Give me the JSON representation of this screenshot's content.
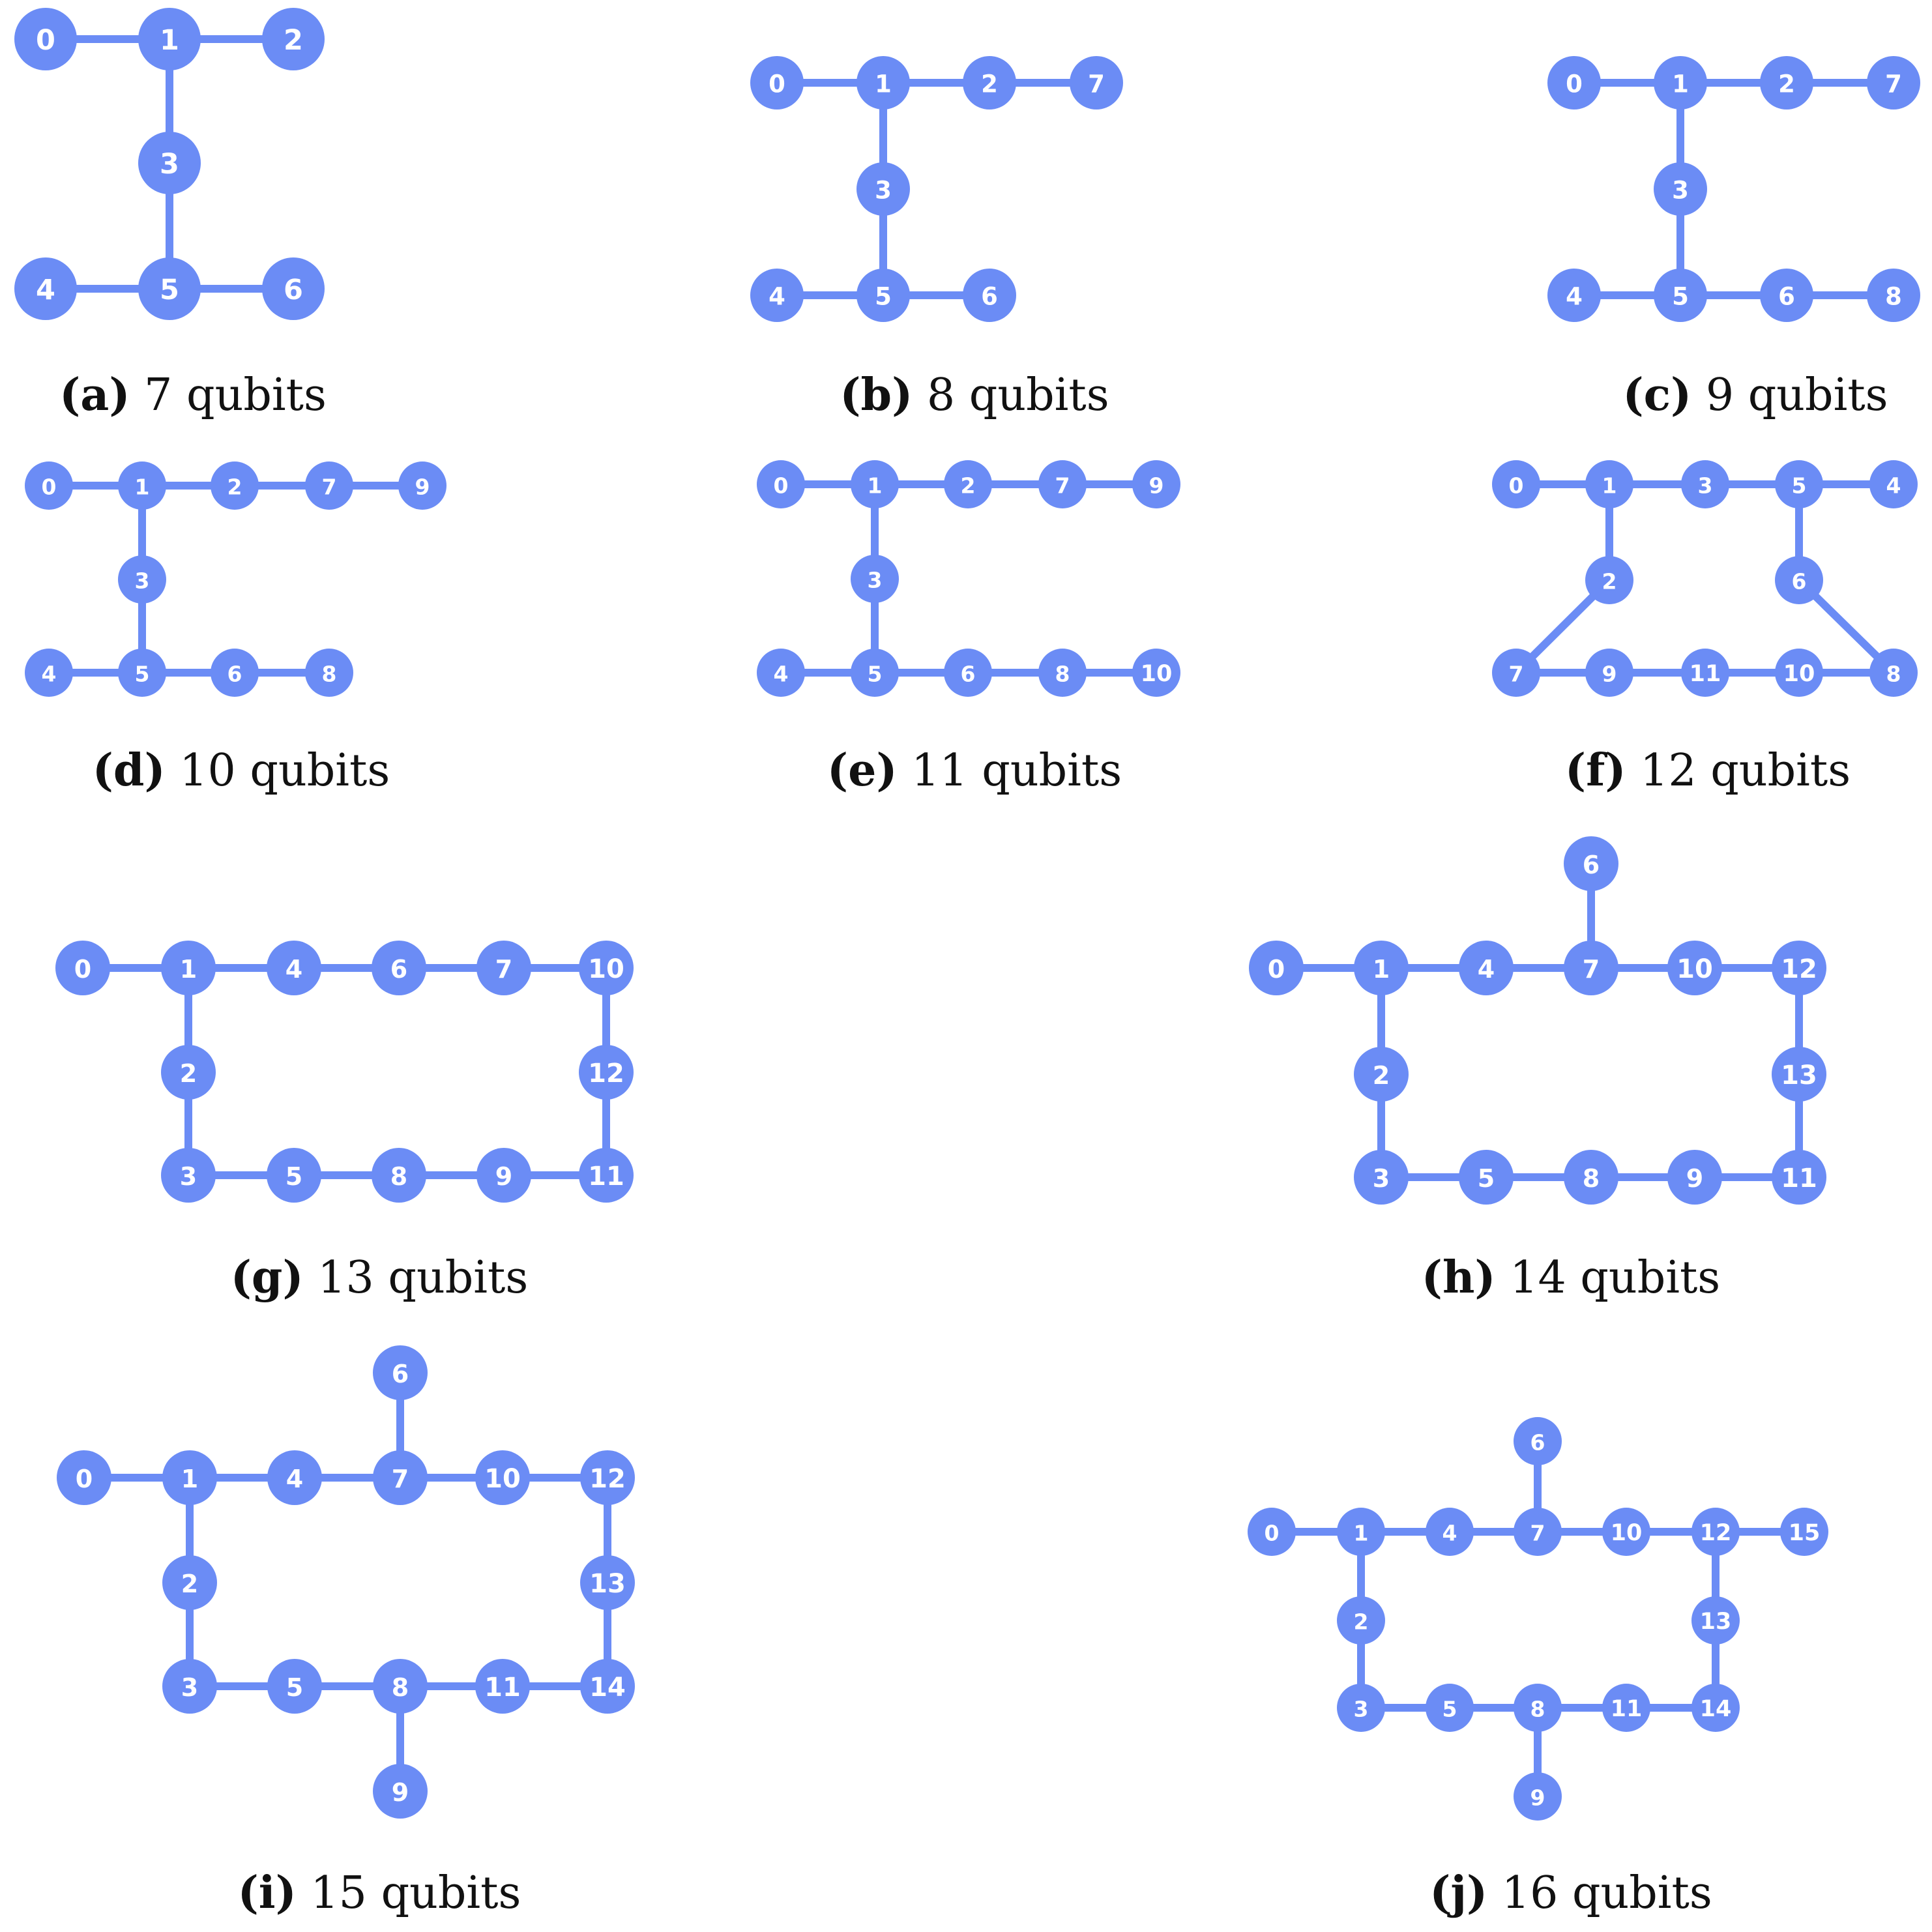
{
  "colors": {
    "node": "#6b8cf5",
    "edge": "#6b8cf5",
    "node_label": "#ffffff",
    "caption": "#111111"
  },
  "panels": [
    {
      "id": "a",
      "tag": "(a)",
      "text": "7 qubits",
      "nodes": [
        "0",
        "1",
        "2",
        "3",
        "4",
        "5",
        "6"
      ],
      "edges": [
        [
          "0",
          "1"
        ],
        [
          "1",
          "2"
        ],
        [
          "1",
          "3"
        ],
        [
          "3",
          "5"
        ],
        [
          "4",
          "5"
        ],
        [
          "5",
          "6"
        ]
      ]
    },
    {
      "id": "b",
      "tag": "(b)",
      "text": "8 qubits",
      "nodes": [
        "0",
        "1",
        "2",
        "7",
        "3",
        "4",
        "5",
        "6"
      ],
      "edges": [
        [
          "0",
          "1"
        ],
        [
          "1",
          "2"
        ],
        [
          "2",
          "7"
        ],
        [
          "1",
          "3"
        ],
        [
          "3",
          "5"
        ],
        [
          "4",
          "5"
        ],
        [
          "5",
          "6"
        ]
      ]
    },
    {
      "id": "c",
      "tag": "(c)",
      "text": "9 qubits",
      "nodes": [
        "0",
        "1",
        "2",
        "7",
        "3",
        "4",
        "5",
        "6",
        "8"
      ],
      "edges": [
        [
          "0",
          "1"
        ],
        [
          "1",
          "2"
        ],
        [
          "2",
          "7"
        ],
        [
          "1",
          "3"
        ],
        [
          "3",
          "5"
        ],
        [
          "4",
          "5"
        ],
        [
          "5",
          "6"
        ],
        [
          "6",
          "8"
        ]
      ]
    },
    {
      "id": "d",
      "tag": "(d)",
      "text": "10 qubits",
      "nodes": [
        "0",
        "1",
        "2",
        "7",
        "9",
        "3",
        "4",
        "5",
        "6",
        "8"
      ],
      "edges": [
        [
          "0",
          "1"
        ],
        [
          "1",
          "2"
        ],
        [
          "2",
          "7"
        ],
        [
          "7",
          "9"
        ],
        [
          "1",
          "3"
        ],
        [
          "3",
          "5"
        ],
        [
          "4",
          "5"
        ],
        [
          "5",
          "6"
        ],
        [
          "6",
          "8"
        ]
      ]
    },
    {
      "id": "e",
      "tag": "(e)",
      "text": "11 qubits",
      "nodes": [
        "0",
        "1",
        "2",
        "7",
        "9",
        "3",
        "4",
        "5",
        "6",
        "8",
        "10"
      ],
      "edges": [
        [
          "0",
          "1"
        ],
        [
          "1",
          "2"
        ],
        [
          "2",
          "7"
        ],
        [
          "7",
          "9"
        ],
        [
          "1",
          "3"
        ],
        [
          "3",
          "5"
        ],
        [
          "4",
          "5"
        ],
        [
          "5",
          "6"
        ],
        [
          "6",
          "8"
        ],
        [
          "8",
          "10"
        ]
      ]
    },
    {
      "id": "f",
      "tag": "(f)",
      "text": "12 qubits",
      "nodes": [
        "0",
        "1",
        "3",
        "5",
        "4",
        "2",
        "6",
        "7",
        "9",
        "11",
        "10",
        "8"
      ],
      "edges": [
        [
          "0",
          "1"
        ],
        [
          "1",
          "3"
        ],
        [
          "3",
          "5"
        ],
        [
          "5",
          "4"
        ],
        [
          "1",
          "2"
        ],
        [
          "5",
          "6"
        ],
        [
          "2",
          "7"
        ],
        [
          "6",
          "8"
        ],
        [
          "7",
          "9"
        ],
        [
          "9",
          "11"
        ],
        [
          "11",
          "10"
        ],
        [
          "10",
          "8"
        ]
      ]
    },
    {
      "id": "g",
      "tag": "(g)",
      "text": "13 qubits",
      "nodes": [
        "0",
        "1",
        "4",
        "6",
        "7",
        "10",
        "2",
        "12",
        "3",
        "5",
        "8",
        "9",
        "11"
      ],
      "edges": [
        [
          "0",
          "1"
        ],
        [
          "1",
          "4"
        ],
        [
          "4",
          "6"
        ],
        [
          "6",
          "7"
        ],
        [
          "7",
          "10"
        ],
        [
          "1",
          "2"
        ],
        [
          "2",
          "3"
        ],
        [
          "10",
          "12"
        ],
        [
          "12",
          "11"
        ],
        [
          "3",
          "5"
        ],
        [
          "5",
          "8"
        ],
        [
          "8",
          "9"
        ],
        [
          "9",
          "11"
        ]
      ]
    },
    {
      "id": "h",
      "tag": "(h)",
      "text": "14 qubits",
      "nodes": [
        "6",
        "0",
        "1",
        "4",
        "7",
        "10",
        "12",
        "2",
        "13",
        "3",
        "5",
        "8",
        "9",
        "11"
      ],
      "edges": [
        [
          "6",
          "7"
        ],
        [
          "0",
          "1"
        ],
        [
          "1",
          "4"
        ],
        [
          "4",
          "7"
        ],
        [
          "7",
          "10"
        ],
        [
          "10",
          "12"
        ],
        [
          "1",
          "2"
        ],
        [
          "2",
          "3"
        ],
        [
          "12",
          "13"
        ],
        [
          "13",
          "11"
        ],
        [
          "3",
          "5"
        ],
        [
          "5",
          "8"
        ],
        [
          "8",
          "9"
        ],
        [
          "9",
          "11"
        ]
      ]
    },
    {
      "id": "i",
      "tag": "(i)",
      "text": "15 qubits",
      "nodes": [
        "6",
        "0",
        "1",
        "4",
        "7",
        "10",
        "12",
        "2",
        "13",
        "3",
        "5",
        "8",
        "11",
        "14",
        "9"
      ],
      "edges": [
        [
          "6",
          "7"
        ],
        [
          "0",
          "1"
        ],
        [
          "1",
          "4"
        ],
        [
          "4",
          "7"
        ],
        [
          "7",
          "10"
        ],
        [
          "10",
          "12"
        ],
        [
          "1",
          "2"
        ],
        [
          "2",
          "3"
        ],
        [
          "12",
          "13"
        ],
        [
          "13",
          "14"
        ],
        [
          "3",
          "5"
        ],
        [
          "5",
          "8"
        ],
        [
          "8",
          "11"
        ],
        [
          "11",
          "14"
        ],
        [
          "8",
          "9"
        ]
      ]
    },
    {
      "id": "j",
      "tag": "(j)",
      "text": "16 qubits",
      "nodes": [
        "6",
        "0",
        "1",
        "4",
        "7",
        "10",
        "12",
        "15",
        "2",
        "13",
        "3",
        "5",
        "8",
        "11",
        "14",
        "9"
      ],
      "edges": [
        [
          "6",
          "7"
        ],
        [
          "0",
          "1"
        ],
        [
          "1",
          "4"
        ],
        [
          "4",
          "7"
        ],
        [
          "7",
          "10"
        ],
        [
          "10",
          "12"
        ],
        [
          "12",
          "15"
        ],
        [
          "1",
          "2"
        ],
        [
          "2",
          "3"
        ],
        [
          "12",
          "13"
        ],
        [
          "13",
          "14"
        ],
        [
          "3",
          "5"
        ],
        [
          "5",
          "8"
        ],
        [
          "8",
          "11"
        ],
        [
          "11",
          "14"
        ],
        [
          "8",
          "9"
        ]
      ]
    }
  ]
}
